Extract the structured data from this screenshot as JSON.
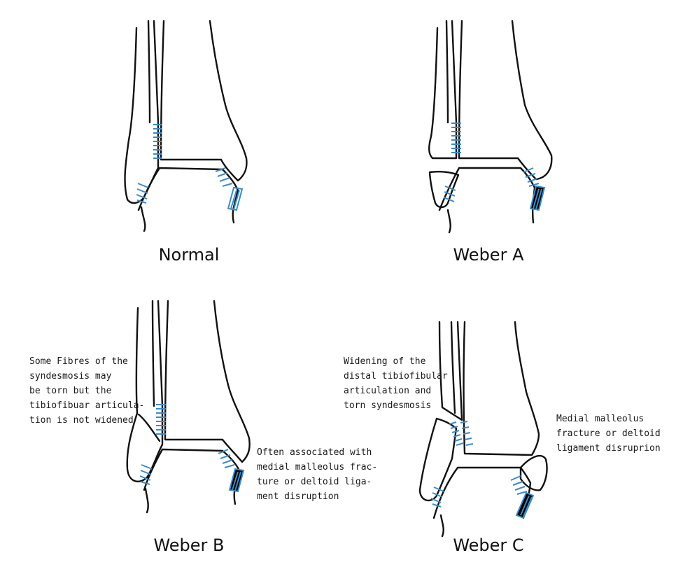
{
  "panels": [
    {
      "title": "Normal",
      "notes": []
    },
    {
      "title": "Weber A",
      "notes": []
    },
    {
      "title": "Weber B",
      "notes": [
        {
          "lines": [
            "Some Fibres of the",
            "syndesmosis may",
            "be torn but the",
            "tibiofibuar articula-",
            "tion is not widened"
          ]
        },
        {
          "lines": [
            "Often associated with",
            "medial malleolus frac-",
            "ture or deltoid liga-",
            "ment disruption"
          ]
        }
      ]
    },
    {
      "title": "Weber C",
      "notes": [
        {
          "lines": [
            "Widening of the",
            "distal tibiofibular",
            "articulation and",
            "torn syndesmosis"
          ]
        },
        {
          "lines": [
            "Medial malleolus",
            "fracture or deltoid",
            "ligament disruprion"
          ]
        }
      ]
    }
  ],
  "colors": {
    "bone_outline": "#111111",
    "ligament": "#3a8cc8"
  }
}
